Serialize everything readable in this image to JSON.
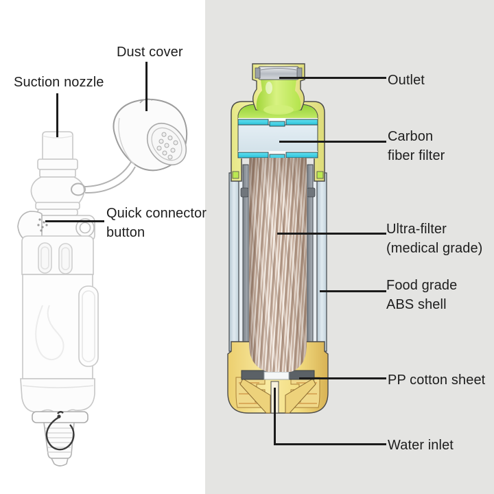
{
  "diagram": {
    "type": "product-annotation-diagram",
    "subject": "portable water filter cutaway",
    "left_labels": {
      "suction_nozzle": "Suction nozzle",
      "dust_cover": "Dust cover",
      "quick_connector_line1": "Quick connector",
      "quick_connector_line2": "button"
    },
    "right_labels": {
      "outlet": "Outlet",
      "carbon_filter_line1": "Carbon",
      "carbon_filter_line2": "fiber filter",
      "ultra_filter_line1": "Ultra-filter",
      "ultra_filter_line2": "(medical grade)",
      "abs_shell_line1": "Food grade",
      "abs_shell_line2": "ABS shell",
      "pp_cotton_sheet": "PP cotton sheet",
      "water_inlet": "Water inlet"
    },
    "colors": {
      "panel_background": "#e4e4e2",
      "label_text": "#1d1d1d",
      "leader_line": "#1b1b1b",
      "shell_yellow": "#f1efa0",
      "outlet_green": "#c6ee62",
      "filter_cyan": "#3ed0e4",
      "carbon_filter_blue": "#dce9f0",
      "abs_shell_blue": "#cfdde6",
      "fiber_tan": "#d8c5b6",
      "base_yellow": "#f2dc7d",
      "pp_sheet_white": "#f5f7f7"
    }
  }
}
